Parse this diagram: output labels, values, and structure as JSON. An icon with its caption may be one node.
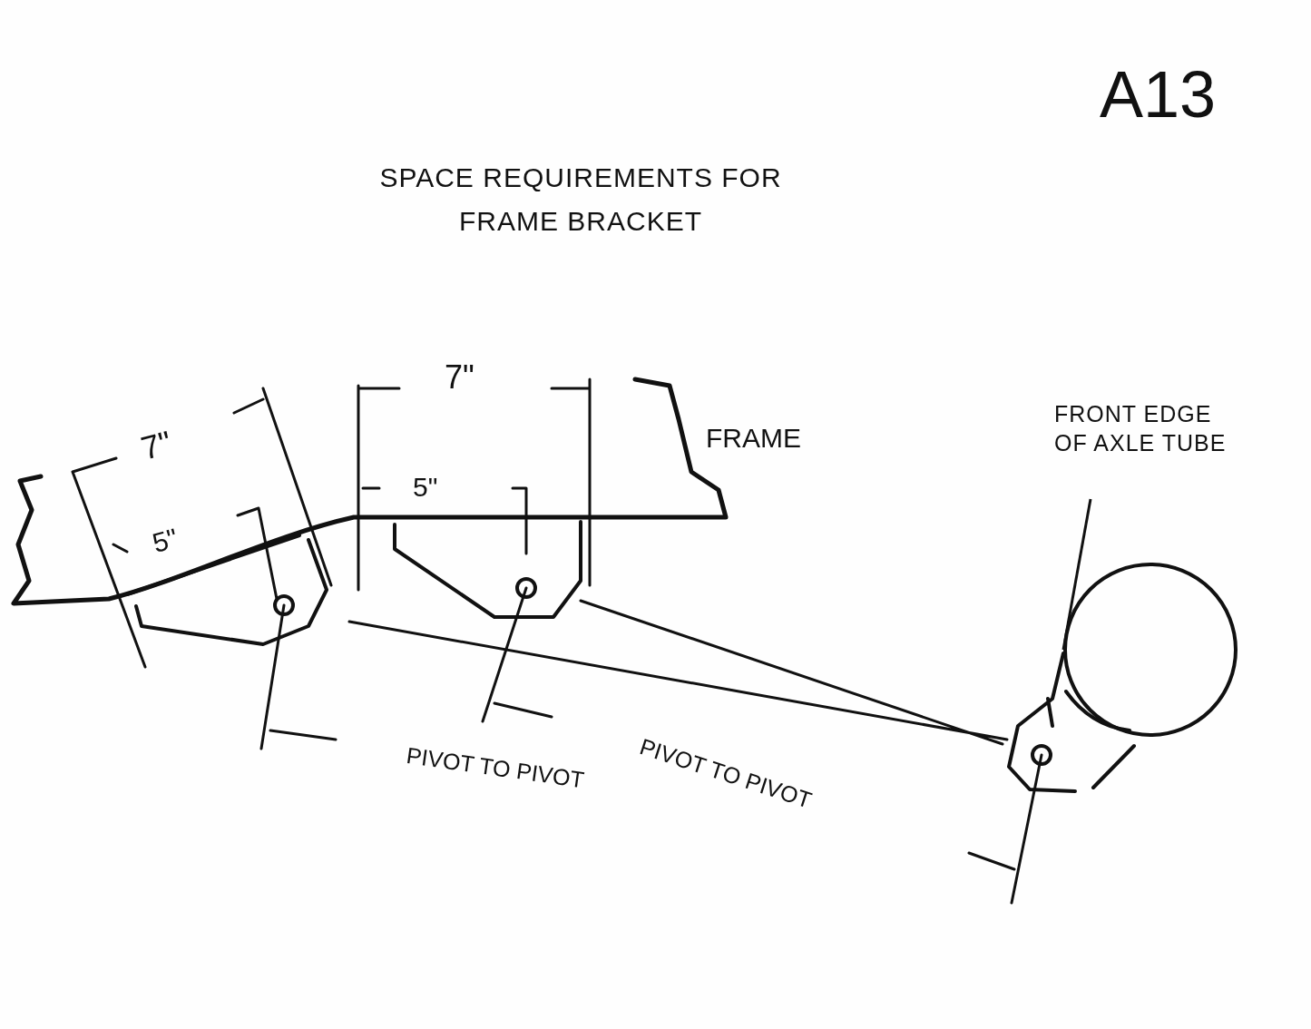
{
  "diagram": {
    "title": "SPACE REQUIREMENTS FOR FRAME BRACKET",
    "nodes": [
      {
        "text": [
          "FRONT EDGE OF AXLE TUBE"
        ]
      },
      {
        "text": [],
        "shape": "circle"
      }
    ],
    "edges": [
      {
        "from": 0,
        "to": 1,
        "arrow": "none"
      }
    ],
    "labels": [
      "A13",
      "7\"",
      "7\"",
      "FRAME",
      "5\"",
      "5\"",
      "PIVOT TO PIVOT",
      "PIVOT TO PIVOT"
    ]
  }
}
